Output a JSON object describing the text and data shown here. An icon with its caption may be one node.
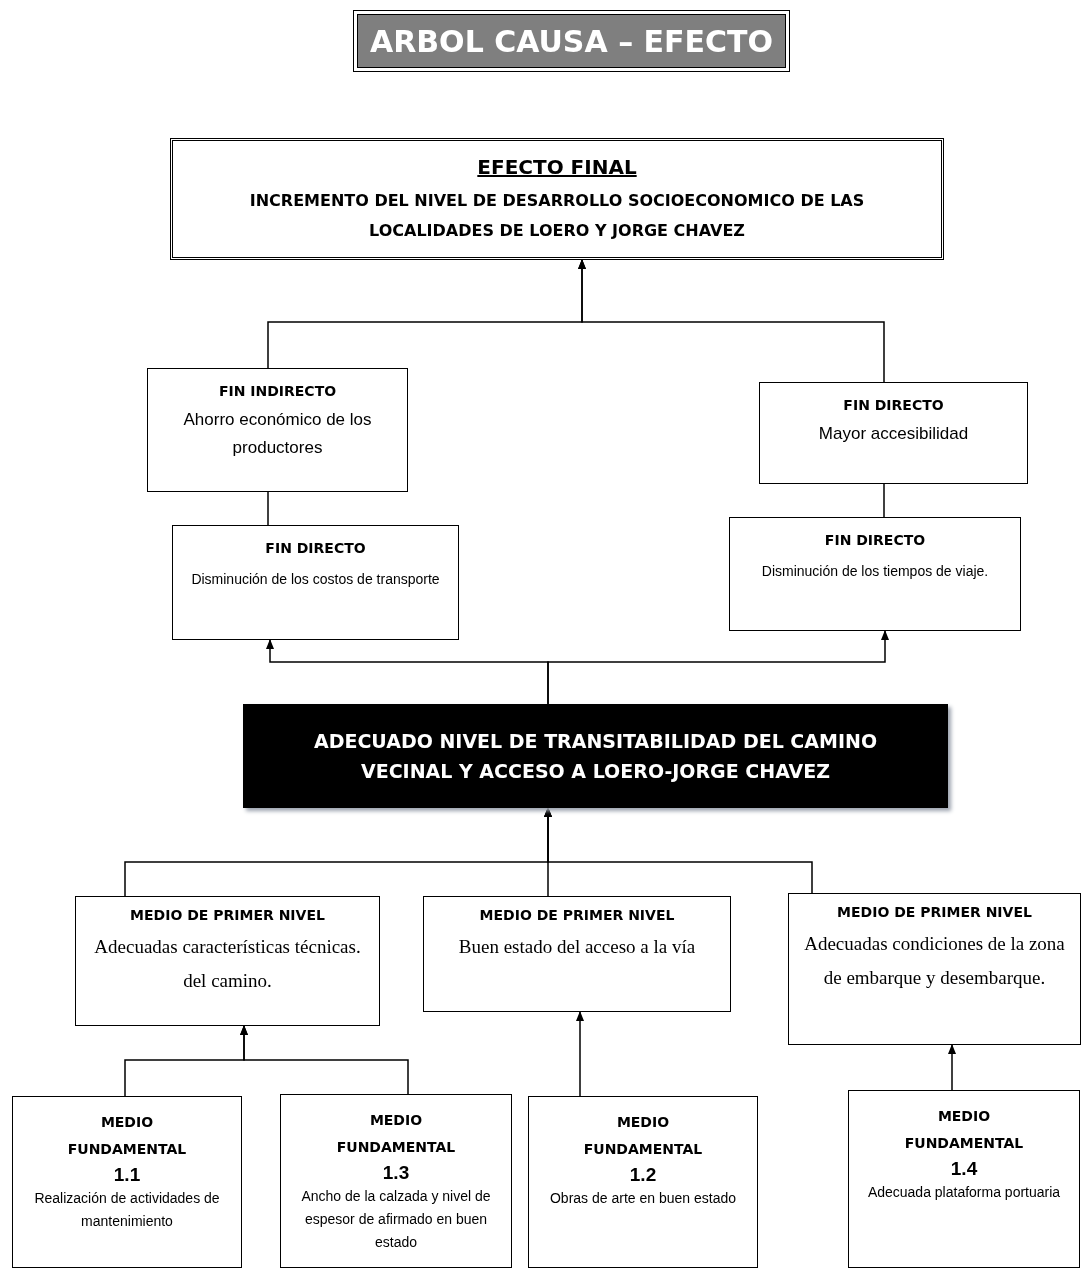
{
  "diagram": {
    "title": "ARBOL  CAUSA – EFECTO",
    "nodes": [
      {
        "text": [
          "EFECTO FINAL",
          "INCREMENTO DEL NIVEL DE DESARROLLO SOCIOECONOMICO DE  LAS LOCALIDADES DE LOERO Y JORGE CHAVEZ"
        ]
      },
      {
        "text": [
          "FIN INDIRECTO",
          "Ahorro económico de los productores"
        ]
      },
      {
        "text": [
          "FIN DIRECTO",
          "Mayor accesibilidad"
        ]
      },
      {
        "text": [
          "FIN DIRECTO",
          "Disminución de los costos de transporte"
        ]
      },
      {
        "text": [
          "FIN DIRECTO",
          "Disminución de los tiempos de viaje."
        ]
      },
      {
        "text": [
          "ADECUADO NIVEL DE TRANSITABILIDAD DEL CAMINO VECINAL Y ACCESO A LOERO-JORGE CHAVEZ"
        ]
      },
      {
        "text": [
          "MEDIO DE PRIMER NIVEL",
          "Adecuadas características técnicas. del camino."
        ]
      },
      {
        "text": [
          "MEDIO DE PRIMER NIVEL",
          "Buen estado del acceso a la vía"
        ]
      },
      {
        "text": [
          "MEDIO DE PRIMER NIVEL",
          "Adecuadas condiciones de la zona de embarque y desembarque."
        ]
      },
      {
        "text": [
          "MEDIO FUNDAMENTAL",
          "1.1",
          "Realización de actividades de mantenimiento"
        ]
      },
      {
        "text": [
          "MEDIO FUNDAMENTAL",
          "1.3",
          "Ancho de la calzada y nivel de espesor de afirmado en buen estado"
        ]
      },
      {
        "text": [
          "MEDIO FUNDAMENTAL",
          "1.2",
          "Obras de arte en buen estado"
        ]
      },
      {
        "text": [
          "MEDIO FUNDAMENTAL",
          "1.4",
          "Adecuada plataforma portuaria"
        ]
      }
    ],
    "edges": [
      {
        "from": 1,
        "to": 0,
        "arrow": "to"
      },
      {
        "from": 2,
        "to": 0,
        "arrow": "to"
      },
      {
        "from": 3,
        "to": 1,
        "arrow": "none"
      },
      {
        "from": 4,
        "to": 2,
        "arrow": "none"
      },
      {
        "from": 5,
        "to": 3,
        "arrow": "to"
      },
      {
        "from": 5,
        "to": 4,
        "arrow": "to"
      },
      {
        "from": 6,
        "to": 5,
        "arrow": "to"
      },
      {
        "from": 7,
        "to": 5,
        "arrow": "to"
      },
      {
        "from": 8,
        "to": 5,
        "arrow": "to"
      },
      {
        "from": 9,
        "to": 6,
        "arrow": "to"
      },
      {
        "from": 10,
        "to": 6,
        "arrow": "to"
      },
      {
        "from": 11,
        "to": 7,
        "arrow": "to"
      },
      {
        "from": 12,
        "to": 8,
        "arrow": "to"
      }
    ]
  }
}
